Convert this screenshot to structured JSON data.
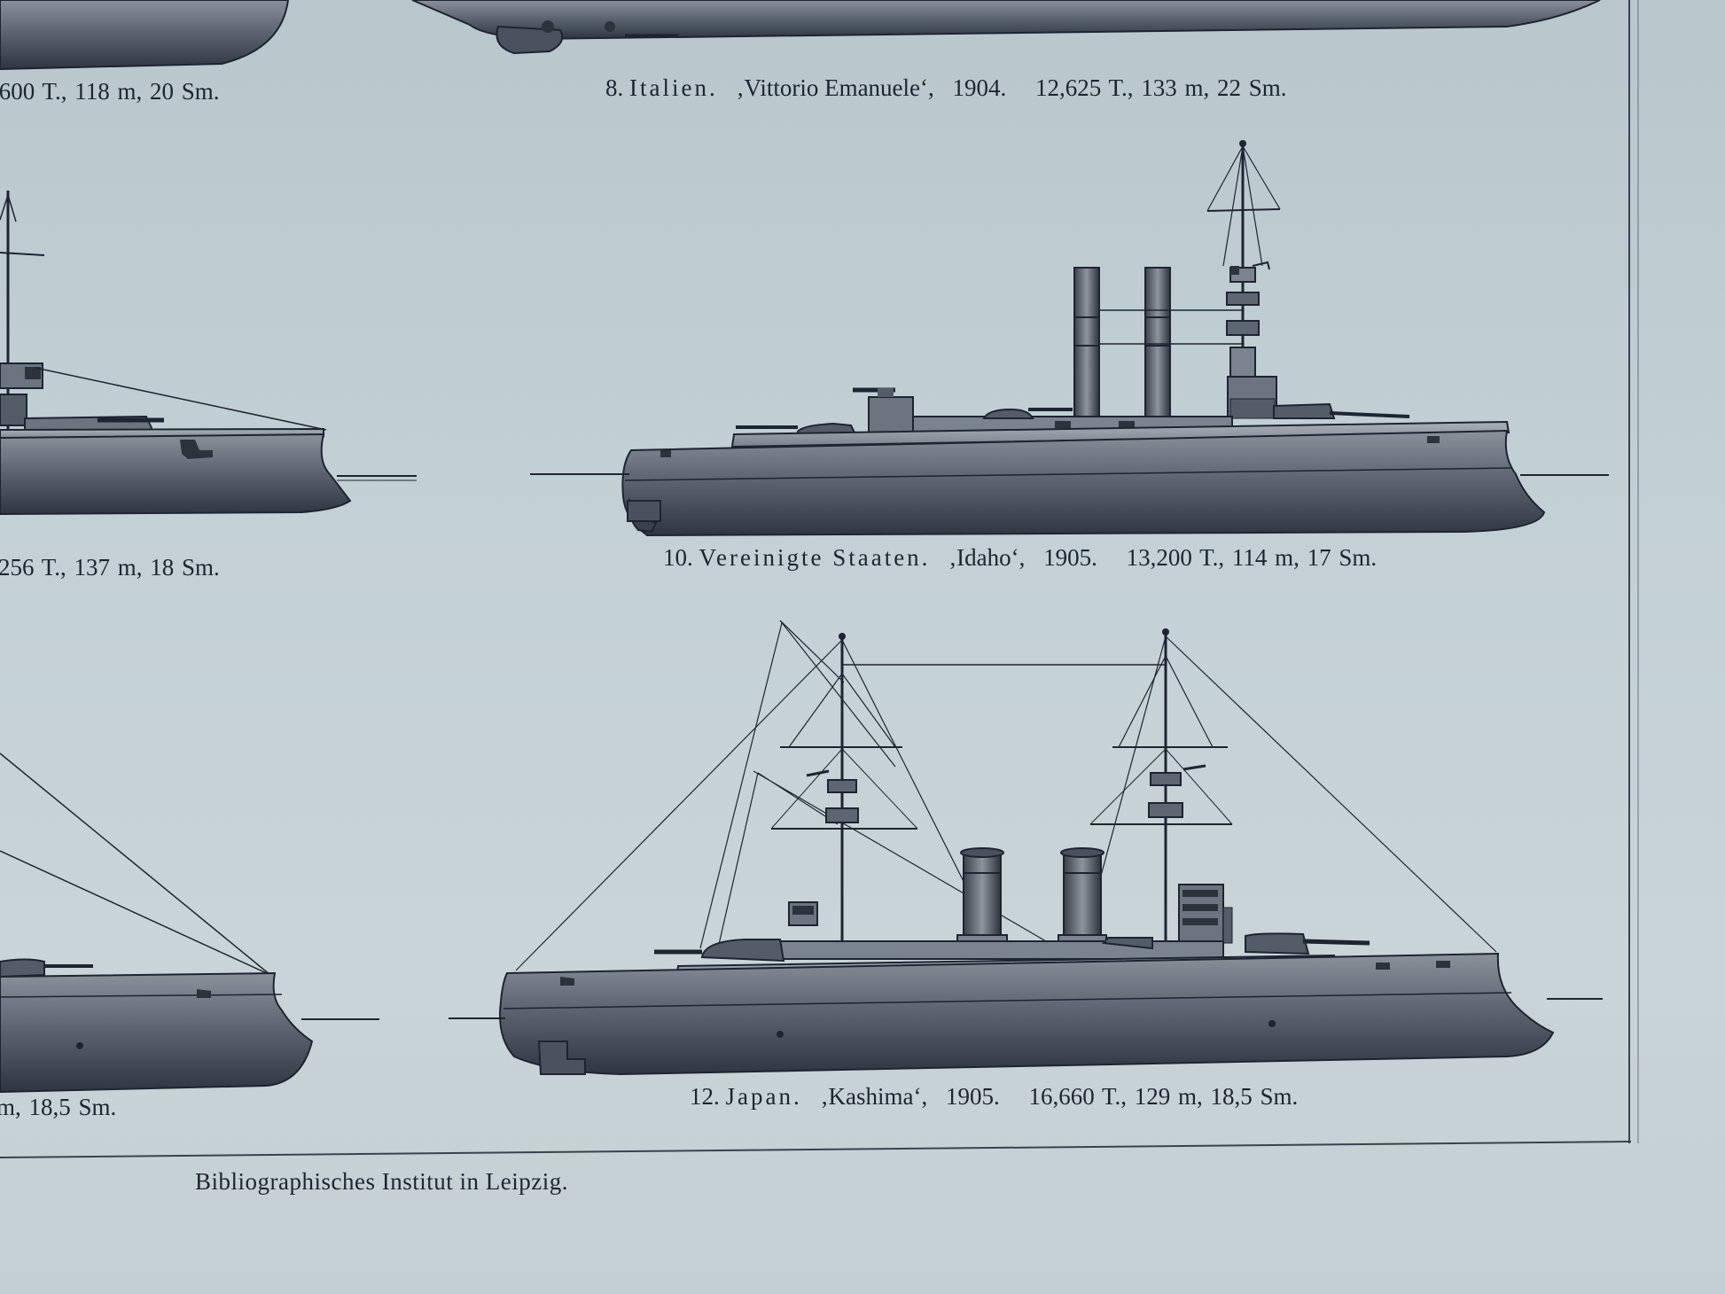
{
  "captions": {
    "top_left_partial": {
      "spec": ",600 T., 118 m, 20 Sm."
    },
    "ship8": {
      "number": "8.",
      "nation": "Italien.",
      "name": "‚Vittorio Emanuele‘,",
      "year": "1904.",
      "spec": "12,625 T., 133 m, 22 Sm."
    },
    "mid_left_partial": {
      "spec": "256 T., 137 m, 18 Sm."
    },
    "ship10": {
      "number": "10.",
      "nation": "Vereinigte Staaten.",
      "name": "‚Idaho‘,",
      "year": "1905.",
      "spec": "13,200 T., 114 m, 17 Sm."
    },
    "bottom_left_partial": {
      "spec": "m, 18,5 Sm."
    },
    "ship12": {
      "number": "12.",
      "nation": "Japan.",
      "name": "‚Kashima‘,",
      "year": "1905.",
      "spec": "16,660 T., 129 m, 18,5 Sm."
    }
  },
  "publisher": "Bibliographisches Institut in Leipzig.",
  "colors": {
    "paper": "#c3d0d5",
    "ink": "#1e2432",
    "hull_shade": "#6c7480"
  }
}
